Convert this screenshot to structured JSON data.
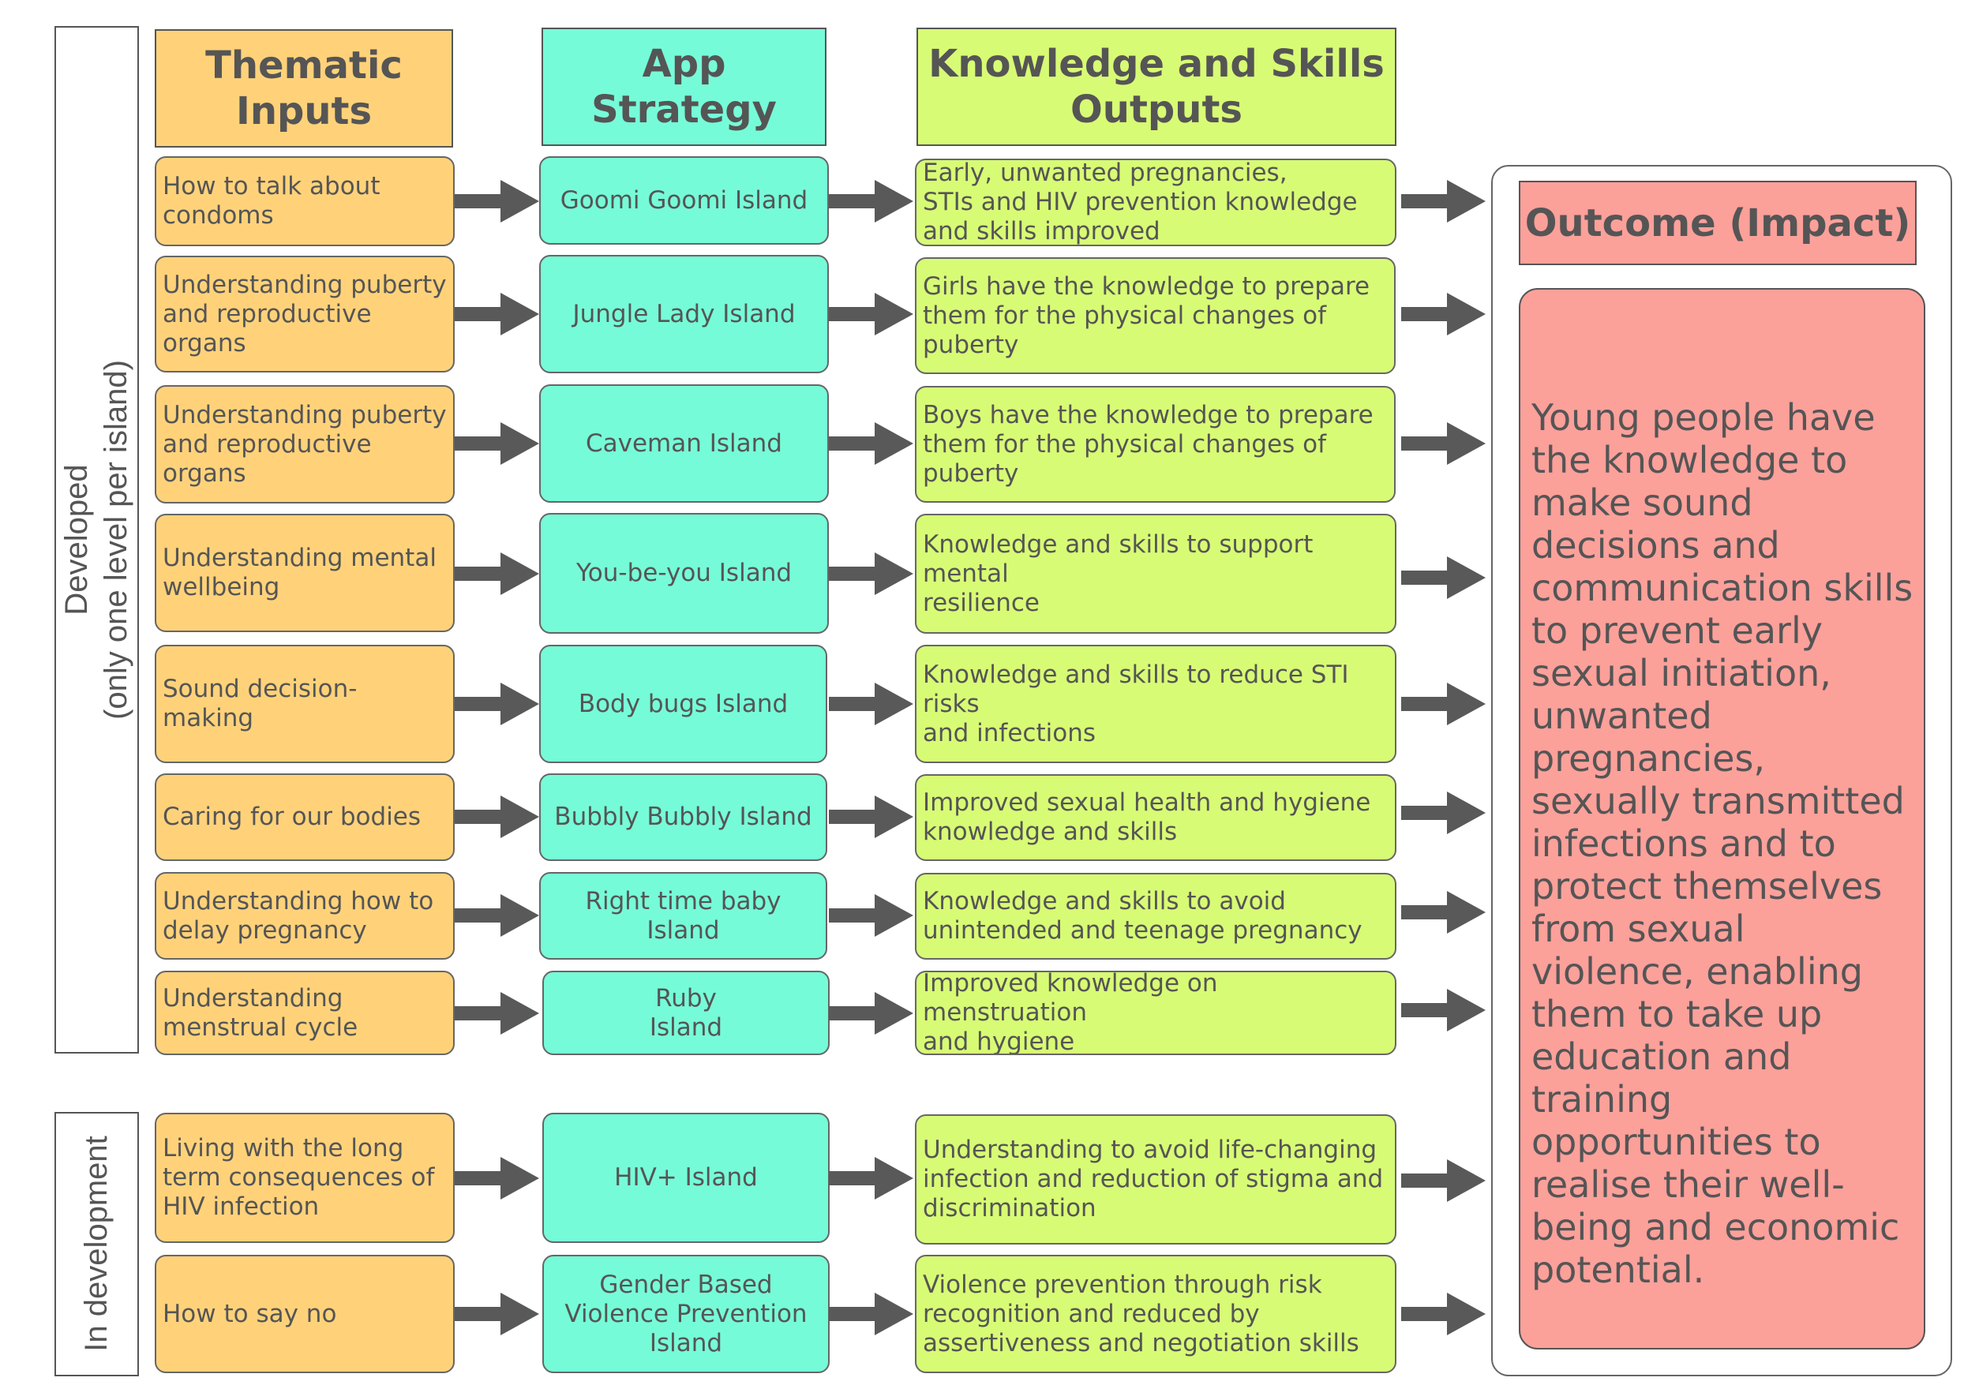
{
  "headers": {
    "inputs": "Thematic\nInputs",
    "strategy": "App Strategy",
    "outputs": "Knowledge and Skills\nOutputs"
  },
  "side_labels": {
    "developed": "Developed\n(only one level per island)",
    "in_development": "In development"
  },
  "rows": [
    {
      "input": "How to talk about\ncondoms",
      "strategy": "Goomi Goomi Island",
      "output": "Early, unwanted pregnancies,\nSTIs and HIV prevention knowledge\nand skills improved"
    },
    {
      "input": "Understanding puberty\nand reproductive\norgans",
      "strategy": "Jungle Lady Island",
      "output": "Girls have the knowledge to prepare\nthem for the physical changes of\npuberty"
    },
    {
      "input": "Understanding puberty\nand reproductive\norgans",
      "strategy": "Caveman Island",
      "output": "Boys have the knowledge to prepare\nthem for the physical changes of\npuberty"
    },
    {
      "input": "Understanding mental\nwellbeing",
      "strategy": "You-be-you Island",
      "output": "Knowledge and skills to support mental\nresilience"
    },
    {
      "input": "Sound decision-making",
      "strategy": "Body bugs Island",
      "output": "Knowledge and skills to reduce STI risks\nand infections"
    },
    {
      "input": "Caring for our bodies",
      "strategy": "Bubbly Bubbly Island",
      "output": "Improved sexual health and hygiene\nknowledge and skills"
    },
    {
      "input": "Understanding how to\ndelay pregnancy",
      "strategy": "Right time baby Island",
      "output": "Knowledge and skills to avoid\nunintended and teenage pregnancy"
    },
    {
      "input": "Understanding\nmenstrual cycle",
      "strategy": "Ruby\nIsland",
      "output": "Improved knowledge on menstruation\nand hygiene"
    },
    {
      "input": "Living with the long\nterm consequences of\nHIV infection",
      "strategy": "HIV+ Island",
      "output": "Understanding to avoid life-changing\ninfection and reduction of stigma and\ndiscrimination"
    },
    {
      "input": "How to say no",
      "strategy": "Gender Based\nViolence Prevention\nIsland",
      "output": "Violence prevention through risk\nrecognition and reduced by\nassertiveness and negotiation skills"
    }
  ],
  "outcome": {
    "title": "Outcome (Impact)",
    "text": "Young people have the knowledge to make sound decisions and communication skills to prevent early sexual initiation, unwanted pregnancies, sexually transmitted infections and to protect themselves from sexual violence, enabling them to take up education and training opportunities to realise their well-being and economic potential."
  },
  "colors": {
    "inputs": "#ffd27a",
    "strategy": "#76fbd8",
    "outputs": "#d8fb75",
    "outcome": "#fca09a",
    "arrow": "#595959"
  }
}
